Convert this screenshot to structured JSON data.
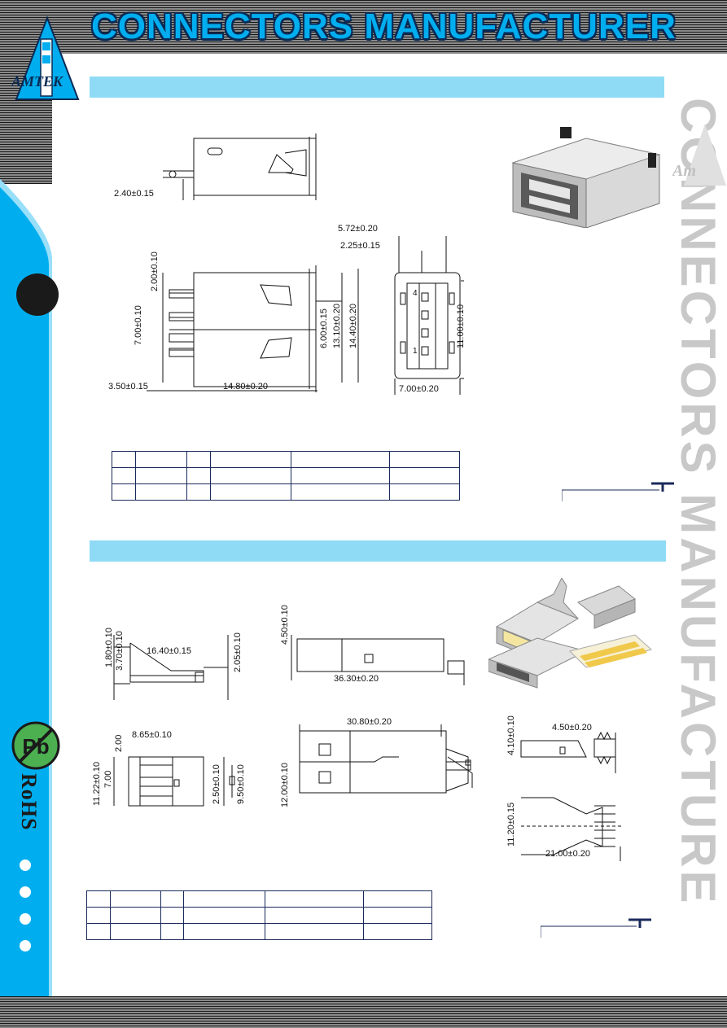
{
  "header": {
    "title": "CONNECTORS MANUFACTURER",
    "logo_text": "AMTEK"
  },
  "side_watermark": "CONNECTORS MANUFACTURE",
  "rohs": {
    "pb_label": "Pb",
    "rohs_label": "RoHS"
  },
  "section1": {
    "dims": {
      "d1": "2.40±0.15",
      "d2": "5.72±0.20",
      "d3": "2.25±0.15",
      "d4": "2.00±0.10",
      "d5": "7.00±0.10",
      "d6": "6.00±0.15",
      "d7": "13.10±0.20",
      "d8": "14.40±0.20",
      "d9": "11.00±0.10",
      "d10": "3.50±0.15",
      "d11": "14.80±0.20",
      "d12": "7.00±0.20",
      "pin4": "4",
      "pin1": "1"
    }
  },
  "section2": {
    "dims": {
      "e1": "1.80±0.10",
      "e2": "3.70±0.10",
      "e3": "16.40±0.15",
      "e4": "2.05±0.10",
      "e5": "4.50±0.10",
      "e6": "36.30±0.20",
      "e7": "8.65±0.10",
      "e8": "2.00",
      "e9": "11.22±0.10",
      "e10": "7.00",
      "e11": "2.50±0.10",
      "e12": "9.50±0.10",
      "e13": "30.80±0.20",
      "e14": "12.00±0.10",
      "e15": "4.10±0.10",
      "e16": "4.50±0.20",
      "e17": "11.20±0.15",
      "e18": "21.00±0.20"
    }
  },
  "colors": {
    "blue": "#00aeef",
    "light_blue_bar": "#8fdbf6",
    "navy": "#1a2a5a"
  }
}
